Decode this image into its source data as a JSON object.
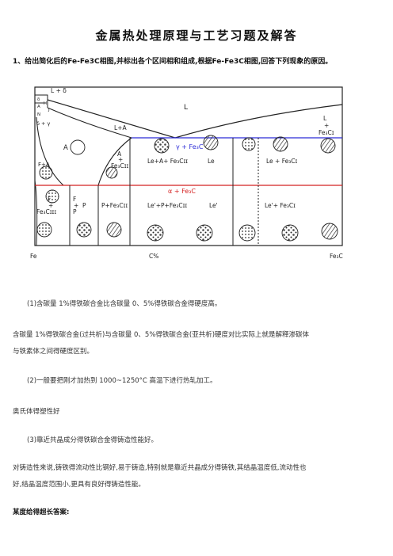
{
  "title": "金属热处理原理与工艺习题及解答",
  "question1": "1、给出简化后的Fe-Fe3C相图,并标出各个区间相和组成,根据Fe-Fe3C相图,回答下列现象的原因。",
  "diagram": {
    "labels": {
      "L_delta": "L + δ",
      "delta": "δ",
      "A_ferrite_top": "A",
      "H": "H",
      "J": "J",
      "N": "N",
      "delta_gamma": "δ + γ",
      "L": "L",
      "L_A": "L+A",
      "L_plus": "L",
      "plus1": "+",
      "Fe3CI_top": "Fe₃Cɪ",
      "A": "A",
      "F_A": "F+A",
      "A2": "A",
      "plus2": "+",
      "Fe3CII_mid": "Fe₃Cɪɪ",
      "gamma_Fe3C": "γ + Fe₃C",
      "Le_A_Fe3CII": "Le+A+ Fe₃Cɪɪ",
      "Le": "Le",
      "Le_Fe3CI": "Le + Fe₃Cɪ",
      "alpha_Fe3C": "α + Fe₃C",
      "F1": "F",
      "plus3": "+",
      "Fe3CIII": "Fe₃Cɪɪɪ",
      "F2": "F",
      "plus4": "+",
      "P1": "P",
      "P2": "P",
      "P_Fe3CII": "P+Fe₃Cɪɪ",
      "Le_prime_P_Fe3CII": "Le'+P+Fe₃Cɪɪ",
      "Le_prime": "Le'",
      "Le_prime_Fe3CI": "Le'+ Fe₃Cɪ"
    },
    "axis": {
      "left": "Fe",
      "middle": "C%",
      "right": "Fe₃C"
    },
    "colors": {
      "phase_line_blue": "#2b2bd6",
      "phase_line_red": "#d42020"
    }
  },
  "paragraphs": [
    "(1)含碳量 1%得铁碳合金比含碳量 0、5%得铁碳合金得硬度高。",
    "含碳量 1%得铁碳合金(过共析)与含碳量 0、5%得铁碳合金(亚共析)硬度对比实际上就是解释渗碳体",
    "与铁素体之间得硬度区别。",
    "(2)一般要把刚才加热到 1000~1250°C 高温下进行热轧加工。",
    "奥氏体得塑性好",
    "(3)靠近共晶成分得铁碳合金得铸造性能好。",
    "对铸造性来说,铸铁得流动性比钢好,易于铸造,特别就是靠近共晶成分得铸铁,其结晶温度低,流动性也",
    "好,结晶温度范围小,更具有良好得铸造性能。",
    "某度给得超长答案:"
  ]
}
